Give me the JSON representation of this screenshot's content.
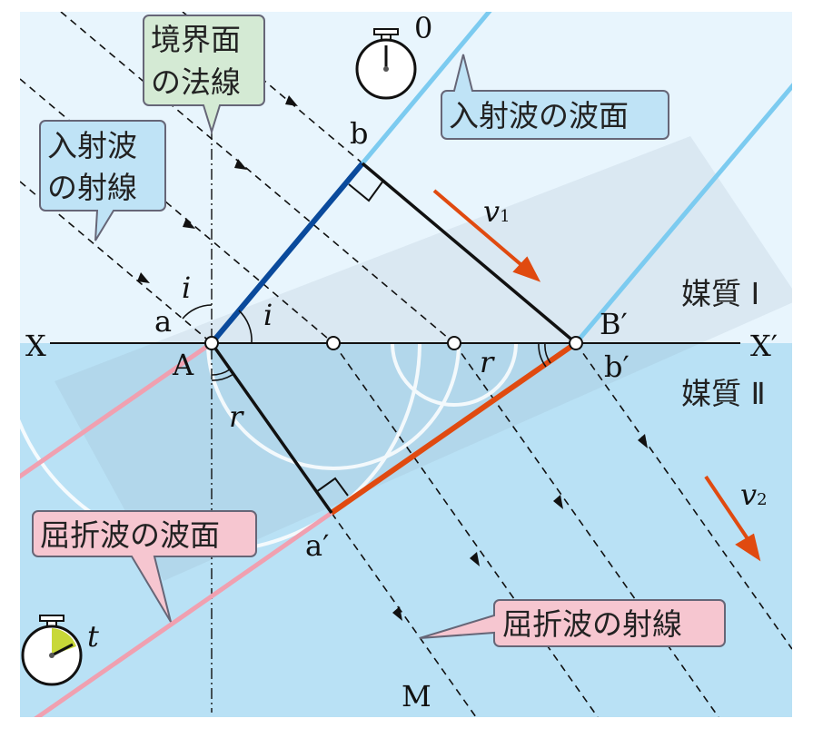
{
  "labels": {
    "X": "X",
    "X_prime": "X′",
    "A": "A",
    "a": "a",
    "b": "b",
    "B_prime": "B′",
    "b_prime": "b′",
    "a_prime": "a′",
    "M": "M",
    "i1": "i",
    "i2": "i",
    "r1": "r",
    "r2": "r",
    "v1": "v",
    "v1_sub": "1",
    "v2": "v",
    "v2_sub": "2",
    "medium1": "媒質 Ⅰ",
    "medium2": "媒質 Ⅱ",
    "stopwatch_start": "0",
    "stopwatch_end": "t"
  },
  "callouts": {
    "normal": [
      "境界面",
      "の法線"
    ],
    "incident_ray": [
      "入射波",
      "の射線"
    ],
    "incident_front": "入射波の波面",
    "refracted_front": "屈折波の波面",
    "refracted_ray": "屈折波の射線"
  },
  "colors": {
    "medium1": "#e8f5fd",
    "medium2": "#b9e1f5",
    "incident_front": "#7ccbf0",
    "incident_front_active": "#0a4a9c",
    "refracted_front": "#f0a0b0",
    "refracted_front_active": "#e04a10",
    "velocity_arrow": "#e04a10"
  }
}
